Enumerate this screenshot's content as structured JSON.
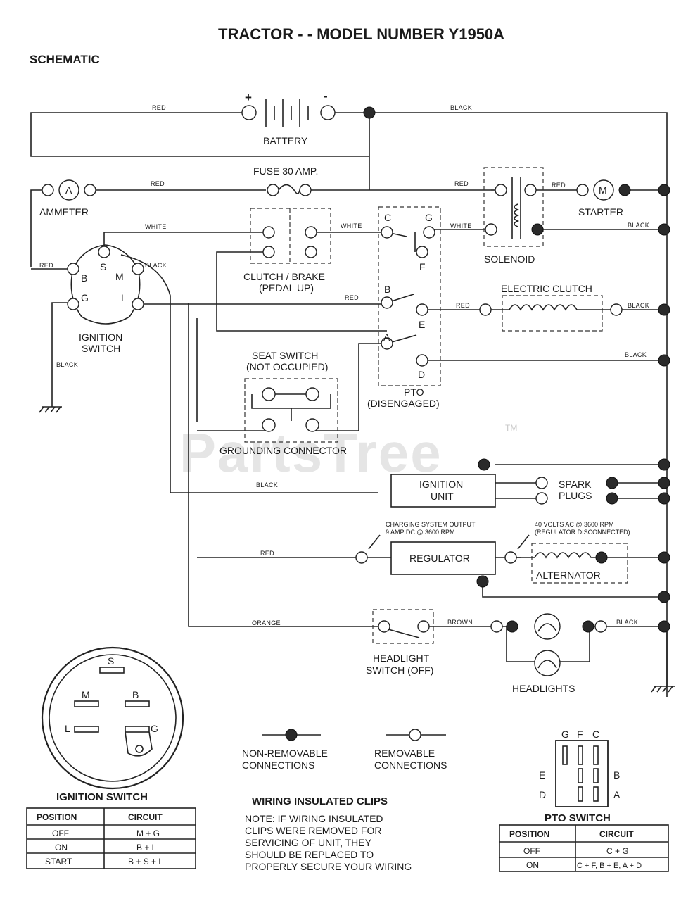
{
  "title": "TRACTOR - - MODEL NUMBER Y1950A",
  "subtitle": "SCHEMATIC",
  "components": {
    "battery": "BATTERY",
    "fuse": "FUSE 30 AMP.",
    "ammeter": "AMMETER",
    "ammeter_symbol": "A",
    "starter": "STARTER",
    "starter_symbol": "M",
    "solenoid": "SOLENOID",
    "clutch_brake": [
      "CLUTCH / BRAKE",
      "(PEDAL UP)"
    ],
    "ignition_switch": [
      "IGNITION",
      "SWITCH"
    ],
    "electric_clutch": "ELECTRIC CLUTCH",
    "seat_switch": [
      "SEAT SWITCH",
      "(NOT OCCUPIED)"
    ],
    "pto": [
      "PTO",
      "(DISENGAGED)"
    ],
    "grounding_connector": "GROUNDING CONNECTOR",
    "ignition_unit": [
      "IGNITION",
      "UNIT"
    ],
    "spark_plugs": [
      "SPARK",
      "PLUGS"
    ],
    "charging_note": [
      "CHARGING SYSTEM OUTPUT",
      "9 AMP DC @ 3600 RPM"
    ],
    "volts_note": [
      "40 VOLTS AC @ 3600 RPM",
      "(REGULATOR DISCONNECTED)"
    ],
    "regulator": "REGULATOR",
    "alternator": "ALTERNATOR",
    "headlight_switch": [
      "HEADLIGHT",
      "SWITCH (OFF)"
    ],
    "headlights": "HEADLIGHTS"
  },
  "terminals": {
    "battery_pos": "+",
    "battery_neg": "-",
    "ign_s": "S",
    "ign_b": "B",
    "ign_m": "M",
    "ign_g": "G",
    "ign_l": "L",
    "pto_c": "C",
    "pto_g": "G",
    "pto_f": "F",
    "pto_b": "B",
    "pto_e": "E",
    "pto_a": "A",
    "pto_d": "D"
  },
  "wires": {
    "red": "RED",
    "black": "BLACK",
    "white": "WHITE",
    "orange": "ORANGE",
    "brown": "BROWN"
  },
  "watermark": "PartsTree",
  "trademark": "TM",
  "legend": {
    "non_removable": [
      "NON-REMOVABLE",
      "CONNECTIONS"
    ],
    "removable": [
      "REMOVABLE",
      "CONNECTIONS"
    ]
  },
  "ignition_switch_table": {
    "title": "IGNITION SWITCH",
    "headers": [
      "POSITION",
      "CIRCUIT"
    ],
    "rows": [
      [
        "OFF",
        "M + G"
      ],
      [
        "ON",
        "B + L"
      ],
      [
        "START",
        "B + S + L"
      ]
    ]
  },
  "ignition_diagram_labels": [
    "S",
    "M",
    "B",
    "L",
    "G"
  ],
  "clips_note": {
    "title": "WIRING INSULATED CLIPS",
    "lines": [
      "NOTE: IF WIRING INSULATED",
      "CLIPS WERE REMOVED FOR",
      "SERVICING OF UNIT, THEY",
      "SHOULD BE REPLACED TO",
      "PROPERLY SECURE YOUR WIRING"
    ]
  },
  "pto_diagram_labels": [
    "G",
    "F",
    "C",
    "E",
    "B",
    "D",
    "A"
  ],
  "pto_switch_table": {
    "title": "PTO SWITCH",
    "headers": [
      "POSITION",
      "CIRCUIT"
    ],
    "rows": [
      [
        "OFF",
        "C + G"
      ],
      [
        "ON",
        "C + F, B + E, A + D"
      ]
    ]
  }
}
